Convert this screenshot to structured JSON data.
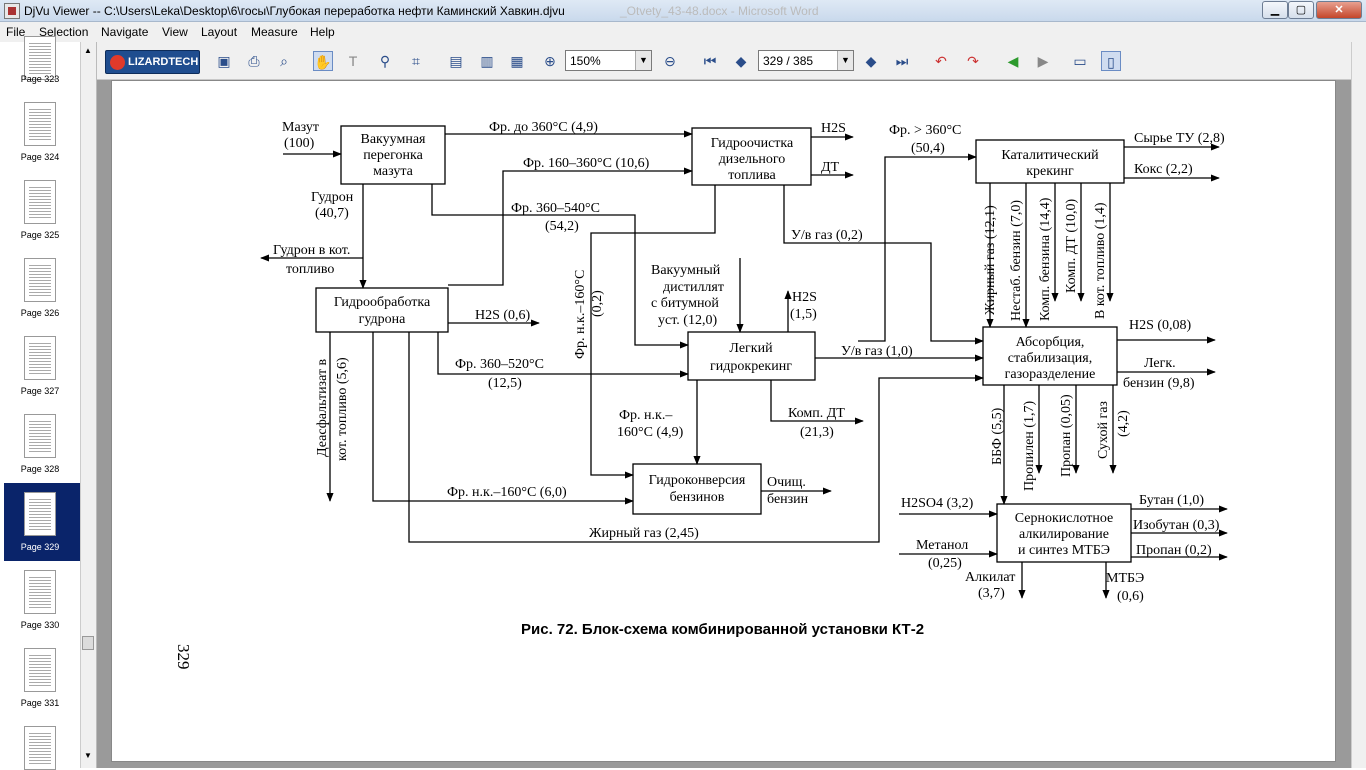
{
  "window": {
    "title": "DjVu Viewer -- C:\\Users\\Leka\\Desktop\\6\\госы\\Глубокая переработка нефти Каминский Хавкин.djvu",
    "background_title": "_Otvety_43-48.docx - Microsoft Word",
    "min": "▁",
    "max": "▢",
    "close": "✕"
  },
  "menu": [
    "File",
    "Selection",
    "Navigate",
    "View",
    "Layout",
    "Measure",
    "Help"
  ],
  "thumbnails": [
    {
      "label": "Page 323"
    },
    {
      "label": "Page 324"
    },
    {
      "label": "Page 325"
    },
    {
      "label": "Page 326"
    },
    {
      "label": "Page 327"
    },
    {
      "label": "Page 328"
    },
    {
      "label": "Page 329",
      "selected": true
    },
    {
      "label": "Page 330"
    },
    {
      "label": "Page 331"
    }
  ],
  "toolbar": {
    "logo": "LIZARDTECH",
    "zoom": "150%",
    "page": "329 / 385",
    "icons": [
      "save-icon",
      "print-icon",
      "find-icon",
      "hand-icon",
      "text-select-icon",
      "zoom-icon",
      "region-icon",
      "single-page-icon",
      "continuous-icon",
      "facing-icon",
      "zoom-in-icon",
      "zoom-out-icon",
      "first-page-icon",
      "prev-page-icon",
      "next-page-icon",
      "last-page-icon",
      "rotate-left-icon",
      "rotate-right-icon",
      "back-icon",
      "forward-icon",
      "layout-icon",
      "thumbnail-icon"
    ]
  },
  "diagram": {
    "boxes": {
      "vacuum": [
        "Вакуумная",
        "перегонка",
        "мазута"
      ],
      "hydrotreat": [
        "Гидроочистка",
        "дизельного",
        "топлива"
      ],
      "catcrack": [
        "Каталитический",
        "крекинг"
      ],
      "tar": [
        "Гидрообработка",
        "гудрона"
      ],
      "hydrocrack": [
        "Легкий",
        "гидрокрекинг"
      ],
      "absorb": [
        "Абсорбция,",
        "стабилизация,",
        "газоразделение"
      ],
      "gasoline": [
        "Гидроконверсия",
        "бензинов"
      ],
      "alkyl": [
        "Сернокислотное",
        "алкилирование",
        "и синтез МТБЭ"
      ]
    },
    "labels": {
      "mazut": [
        "Мазут",
        "(100)"
      ],
      "fr360": "Фр. до 360°С (4,9)",
      "h2s_1": "H2S",
      "dt": "ДТ",
      "fr160_360": "Фр. 160–360°С (10,6)",
      "fr_gt360": [
        "Фр. > 360°С",
        "(50,4)"
      ],
      "raw_tu": "Сырье ТУ (2,8)",
      "coke": "Кокс (2,2)",
      "gudron": [
        "Гудрон",
        "(40,7)"
      ],
      "fr360_540": [
        "Фр. 360–540°С",
        "(54,2)"
      ],
      "gudron_fuel": [
        "Гудрон в кот.",
        "топливо"
      ],
      "gas_02": "У/в газ (0,2)",
      "vac_dist": [
        "Вакуумный",
        "дистиллят",
        "с битумной",
        "уст. (12,0)"
      ],
      "fr_nk160_v": [
        "Фр. н.к.–160°С",
        "(0,2)"
      ],
      "h2s_15": [
        "H2S",
        "(1,5)"
      ],
      "h2s_06": "H2S (0,6)",
      "h2s_008": "H2S (0,08)",
      "cc_out": [
        "Жирный газ (12,1)",
        "Нестаб. бензин (7,0)",
        "Комп. бензина (14,4)",
        "Комп. ДТ (10,0)",
        "В кот. топливо (1,4)"
      ],
      "gas_10": "У/в газ (1,0)",
      "fr360_520": [
        "Фр. 360–520°С",
        "(12,5)"
      ],
      "deasph": [
        "Деасфальтизат в",
        "кот. топливо (5,6)"
      ],
      "light_gasoline": [
        "Легк.",
        "бензин (9,8)"
      ],
      "comp_dt": [
        "Комп. ДТ",
        "(21,3)"
      ],
      "fr_nk160_49": [
        "Фр. н.к.–",
        "160°С (4,9)"
      ],
      "abs_out": [
        "ББФ (5,5)",
        "Пропилен (1,7)",
        "Пропан (0,05)",
        "Сухой газ",
        "(4,2)"
      ],
      "fr_nk160_60": "Фр. н.к.–160°С (6,0)",
      "clean_gasoline": [
        "Очищ.",
        "бензин"
      ],
      "fat_gas": "Жирный газ (2,45)",
      "h2so4": "H2SO4 (3,2)",
      "butane": "Бутан (1,0)",
      "isobutane": "Изобутан (0,3)",
      "methanol": [
        "Метанол",
        "(0,25)"
      ],
      "propane": "Пропан (0,2)",
      "alkylate": [
        "Алкилат",
        "(3,7)"
      ],
      "mtbe": [
        "МТБЭ",
        "(0,6)"
      ]
    },
    "caption": "Рис. 72. Блок-схема комбинированной установки КТ-2",
    "page_number": "329"
  }
}
